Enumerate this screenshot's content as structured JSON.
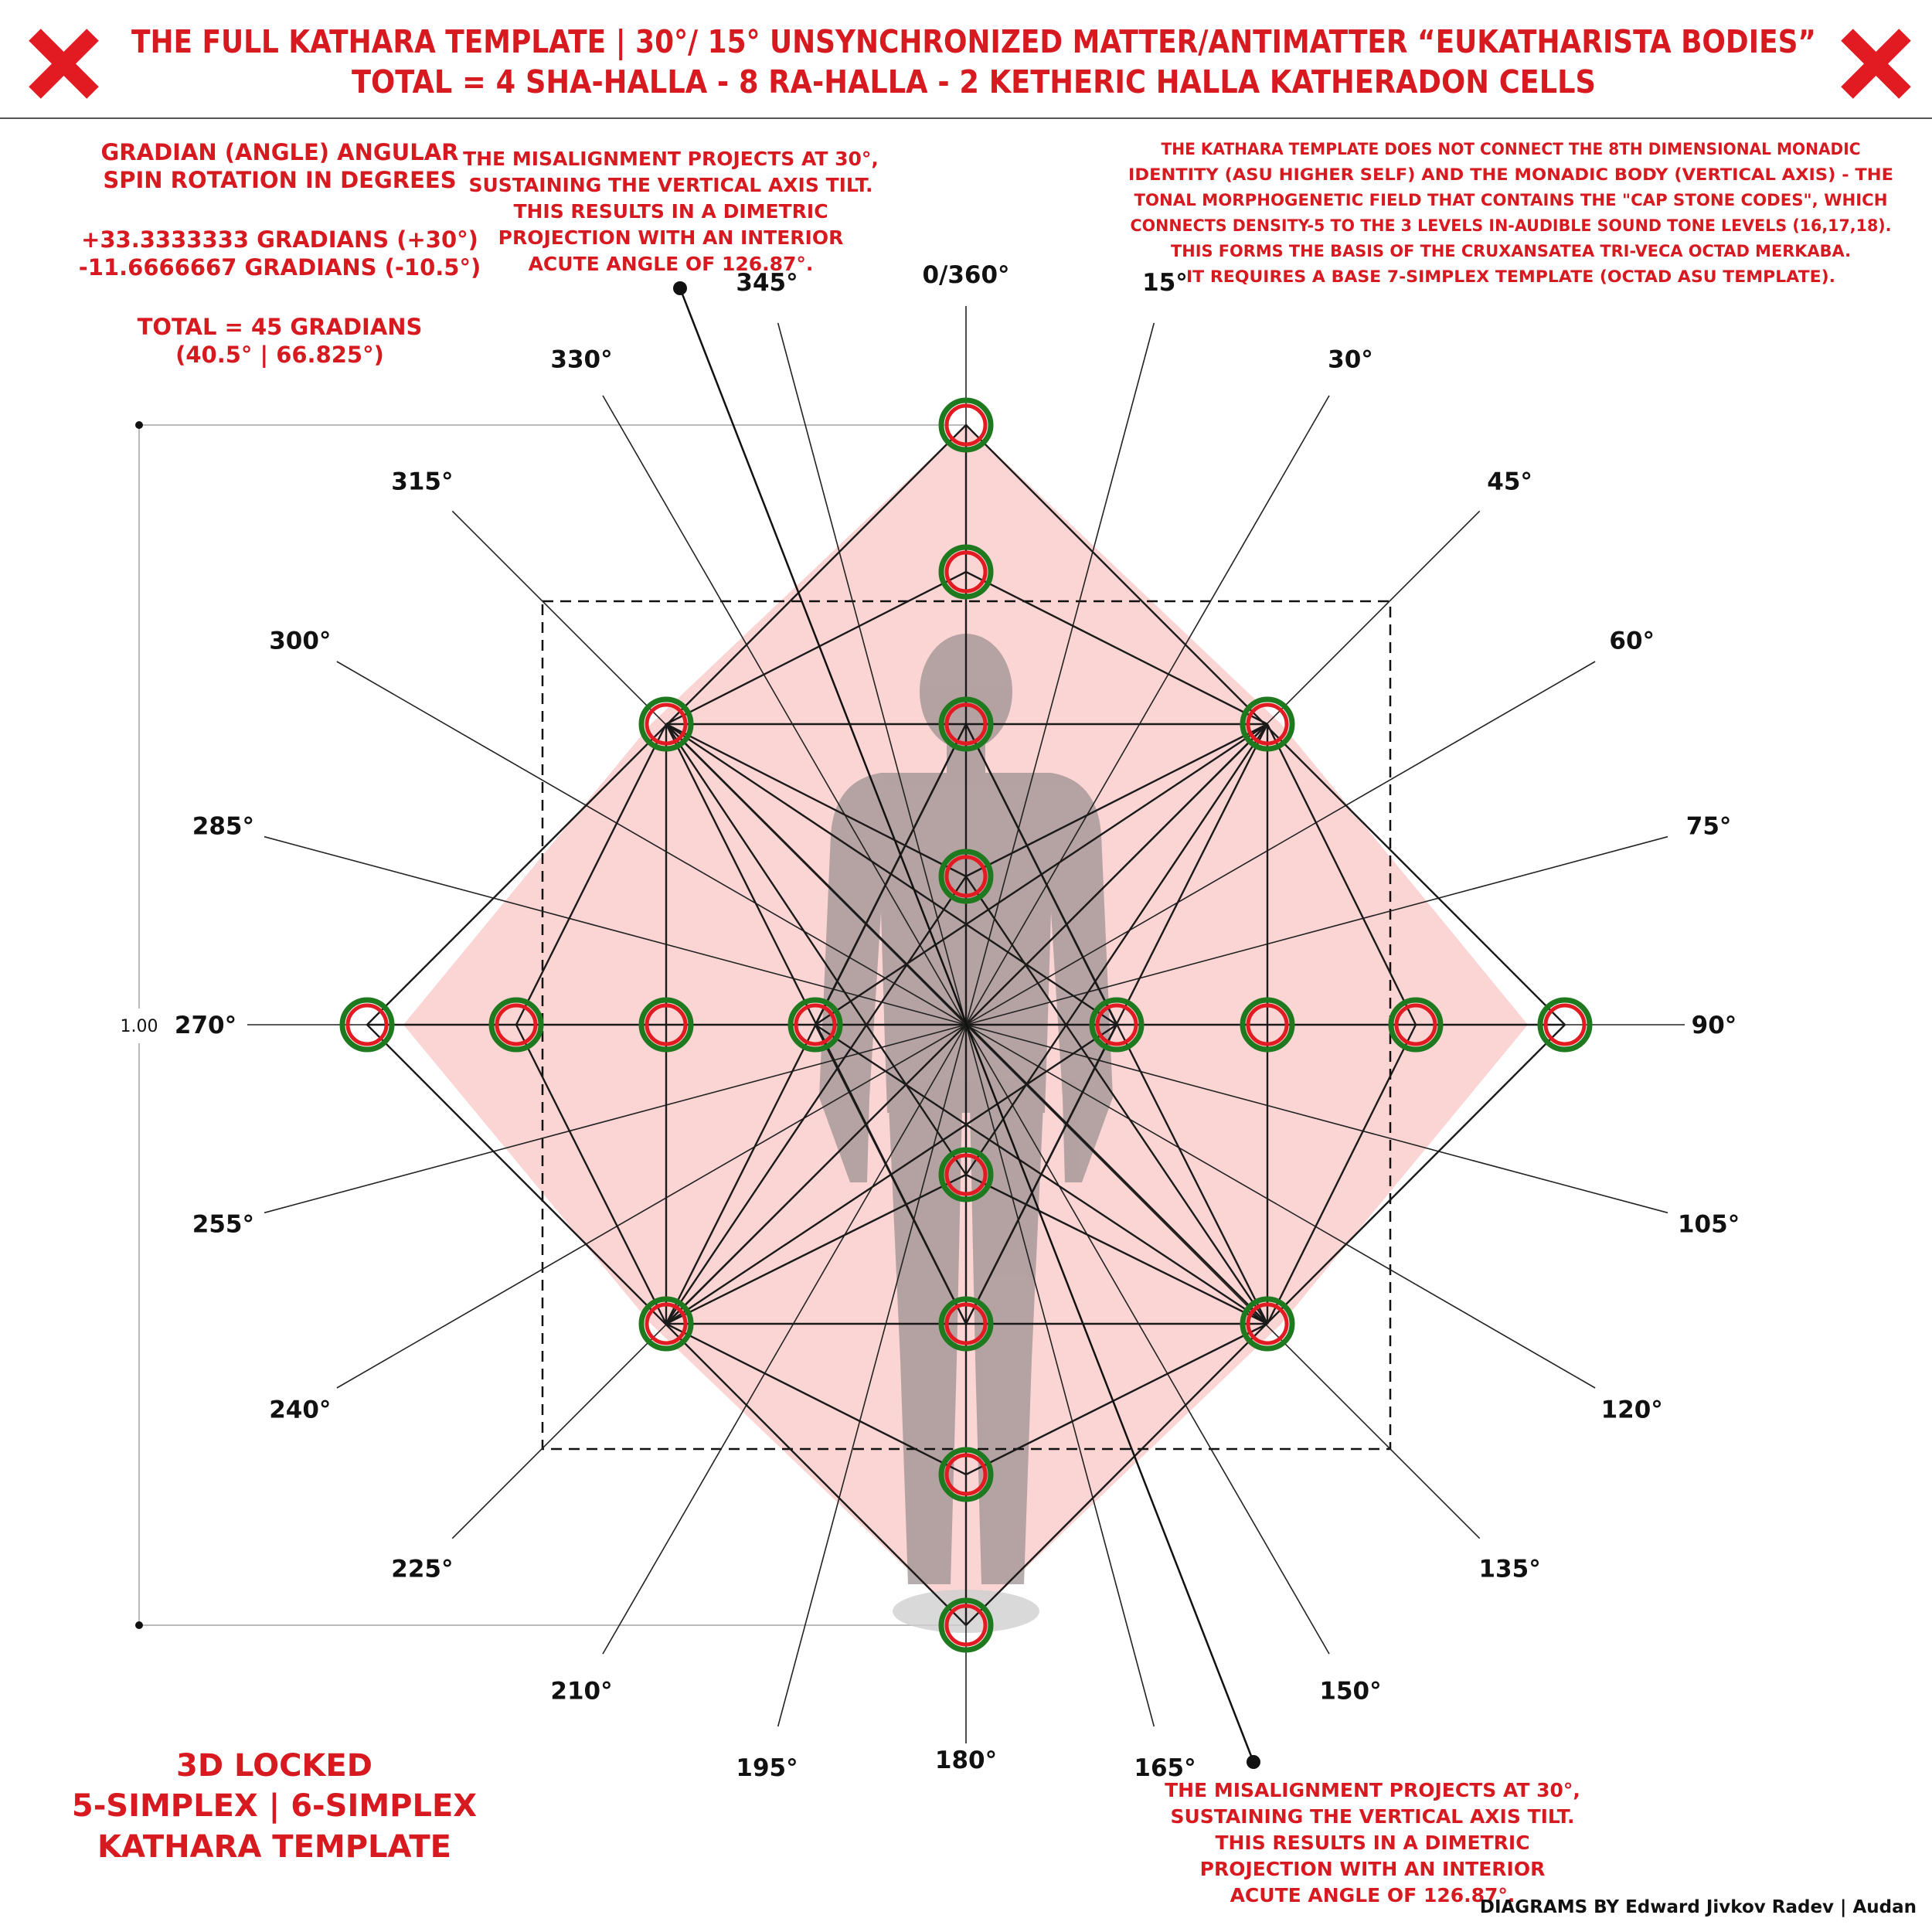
{
  "title": {
    "line1": "THE FULL KATHARA TEMPLATE | 30°/ 15° UNSYNCHRONIZED MATTER/ANTIMATTER “EUKATHARISTA BODIES”",
    "line2": "TOTAL = 4 SHA-HALLA - 8 RA-HALLA - 2 KETHERIC HALLA KATHERADON CELLS"
  },
  "gradian_note": {
    "lines": [
      "GRADIAN (ANGLE) ANGULAR",
      "SPIN ROTATION IN DEGREES",
      "",
      "+33.3333333 GRADIANS (+30°)",
      "-11.6666667 GRADIANS (-10.5°)",
      "",
      "TOTAL = 45 GRADIANS",
      "(40.5° | 66.825°)"
    ]
  },
  "misalignment_note": {
    "lines": [
      "THE MISALIGNMENT PROJECTS AT 30°,",
      "SUSTAINING THE VERTICAL AXIS TILT.",
      "THIS RESULTS IN A DIMETRIC",
      "PROJECTION WITH AN INTERIOR",
      "ACUTE ANGLE OF 126.87°."
    ]
  },
  "kathara_note": {
    "lines": [
      "THE KATHARA TEMPLATE DOES NOT CONNECT THE 8TH DIMENSIONAL MONADIC",
      "IDENTITY (ASU HIGHER SELF) AND THE MONADIC BODY (VERTICAL AXIS) - THE",
      "TONAL MORPHOGENETIC FIELD THAT CONTAINS THE \"CAP STONE CODES\", WHICH",
      "CONNECTS DENSITY-5 TO THE 3 LEVELS IN-AUDIBLE SOUND TONE LEVELS (16,17,18).",
      "THIS FORMS THE BASIS OF THE CRUXANSATEA TRI-VECA OCTAD MERKABA.",
      "IT REQUIRES A BASE 7-SIMPLEX TEMPLATE (OCTAD ASU TEMPLATE)."
    ]
  },
  "template_label": {
    "lines": [
      "3D LOCKED",
      "5-SIMPLEX | 6-SIMPLEX",
      "KATHARA TEMPLATE"
    ]
  },
  "credit": "DIAGRAMS BY Edward Jivkov Radev | Audan",
  "scale_label": "1.00",
  "angle_labels": [
    "0/360°",
    "15°",
    "30°",
    "45°",
    "60°",
    "75°",
    "90°",
    "105°",
    "120°",
    "135°",
    "150°",
    "165°",
    "180°",
    "195°",
    "210°",
    "225°",
    "240°",
    "255°",
    "270°",
    "285°",
    "300°",
    "315°",
    "330°",
    "345°"
  ],
  "colors": {
    "accent_red": "#d71920",
    "node_green": "#1f7a1f",
    "fill_pink": "#fbd4d4",
    "silhouette": "#9a8f8f"
  },
  "icons": {
    "left_mark": "red-x-icon",
    "right_mark": "red-x-icon"
  }
}
